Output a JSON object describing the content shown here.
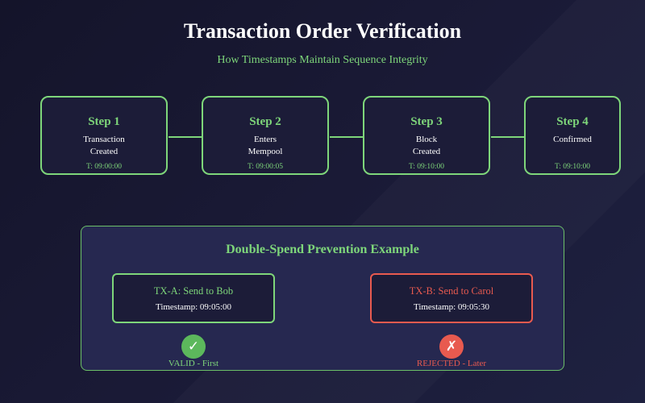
{
  "header": {
    "title": "Transaction Order Verification",
    "subtitle": "How Timestamps Maintain Sequence Integrity"
  },
  "steps": [
    {
      "title": "Step 1",
      "desc": [
        "Transaction",
        "Created"
      ],
      "time": "T: 09:00:00"
    },
    {
      "title": "Step 2",
      "desc": [
        "Enters",
        "Mempool"
      ],
      "time": "T: 09:00:05"
    },
    {
      "title": "Step 3",
      "desc": [
        "Block",
        "Created"
      ],
      "time": "T: 09:10:00"
    },
    {
      "title": "Step 4",
      "desc": [
        "Confirmed"
      ],
      "time": "T: 09:10:00"
    }
  ],
  "example": {
    "title": "Double-Spend Prevention Example",
    "tx_a": {
      "label": "TX-A: Send to Bob",
      "timestamp": "Timestamp: 09:05:00",
      "status_label": "VALID - First",
      "status_icon": "check-icon"
    },
    "tx_b": {
      "label": "TX-B: Send to Carol",
      "timestamp": "Timestamp: 09:05:30",
      "status_label": "REJECTED - Later",
      "status_icon": "cross-icon"
    }
  },
  "colors": {
    "accent": "#7ed67a",
    "reject": "#e85a4f",
    "background": "#14142a",
    "panel": "#262850"
  }
}
